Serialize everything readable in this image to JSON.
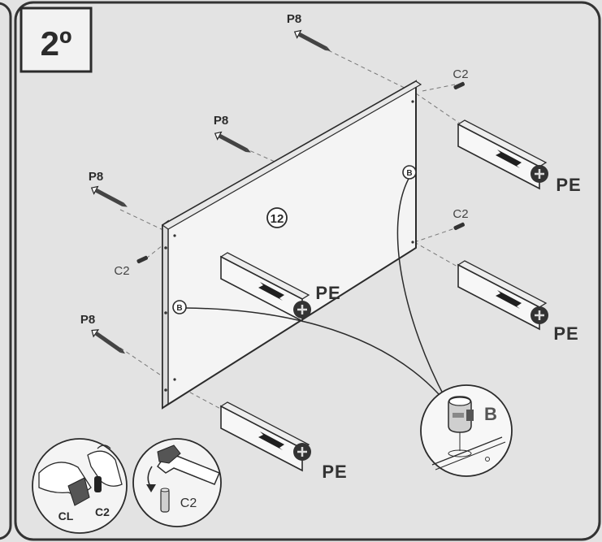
{
  "step": {
    "label": "2º"
  },
  "panel": {
    "number_label": "12"
  },
  "labels": {
    "screw": "P8",
    "dowel": "C2",
    "leg": "PE",
    "connector": "B",
    "callout_b": "B",
    "glue": "CL"
  },
  "icons": {
    "screw": "screw-icon",
    "dowel": "dowel-icon",
    "leg": "leg-icon",
    "hammer": "hammer-icon",
    "glue_hand": "glue-hand-icon",
    "cam_lock": "cam-lock-icon"
  },
  "colors": {
    "background": "#e3e3e3",
    "line": "#2b2b2b",
    "panel": "#f4f4f4"
  }
}
